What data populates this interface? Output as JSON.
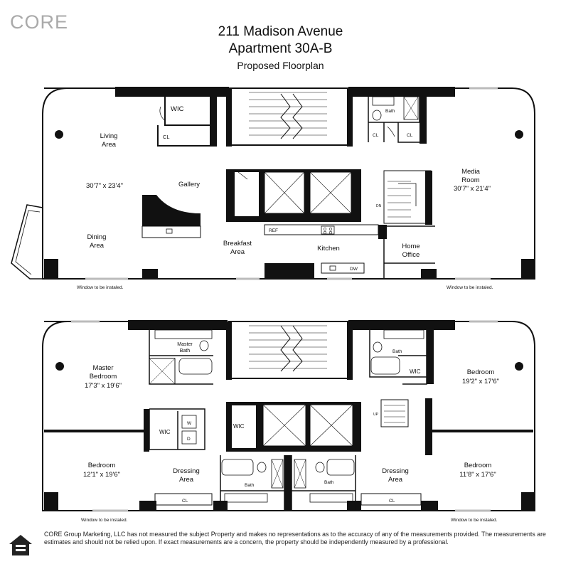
{
  "logo": "CORE",
  "title_line1": "211 Madison Avenue",
  "title_line2": "Apartment 30A-B",
  "title_line3": "Proposed Floorplan",
  "upper_floor": {
    "wic": "WIC",
    "cl_left": "CL",
    "living_area_1": "Living",
    "living_area_2": "Area",
    "living_dim": "30'7\" x 23'4\"",
    "gallery": "Gallery",
    "dining_area_1": "Dining",
    "dining_area_2": "Area",
    "breakfast_area_1": "Breakfast",
    "breakfast_area_2": "Area",
    "kitchen": "Kitchen",
    "ref": "REF",
    "dw": "DW",
    "bath": "Bath",
    "cl_bath_1": "CL",
    "cl_bath_2": "CL",
    "dn": "DN",
    "media_room_1": "Media",
    "media_room_2": "Room",
    "media_dim": "30'7\" x 21'4\"",
    "home_office_1": "Home",
    "home_office_2": "Office",
    "window_left": "Window to be instaled.",
    "window_right": "Window to be instaled."
  },
  "lower_floor": {
    "master_bath_1": "Master",
    "master_bath_2": "Bath",
    "master_bedroom_1": "Master",
    "master_bedroom_2": "Bedroom",
    "master_dim": "17'3\" x 19'6\"",
    "wic_left": "WIC",
    "washer": "W",
    "dryer": "D",
    "wic_center": "WIC",
    "bath_right": "Bath",
    "wic_right": "WIC",
    "bedroom_right_top": "Bedroom",
    "bedroom_right_top_dim": "19'2\" x 17'6\"",
    "up": "UP",
    "bedroom_left": "Bedroom",
    "bedroom_left_dim": "12'1\" x 19'6\"",
    "dressing_left_1": "Dressing",
    "dressing_left_2": "Area",
    "bath_left_bottom": "Bath",
    "bath_right_bottom": "Bath",
    "dressing_right_1": "Dressing",
    "dressing_right_2": "Area",
    "bedroom_right_bottom": "Bedroom",
    "bedroom_right_bottom_dim": "11'8\" x  17'6\"",
    "cl_left": "CL",
    "cl_right": "CL",
    "window_left": "Window to be instaled.",
    "window_right": "Window to be instaled."
  },
  "disclaimer": "CORE Group Marketing, LLC has not measured the subject Property and makes no representations as to the accuracy of any of the measurements provided. The measurements are estimates and should not be relied upon. If exact measurements are a concern, the property should be independently measured by a professional."
}
